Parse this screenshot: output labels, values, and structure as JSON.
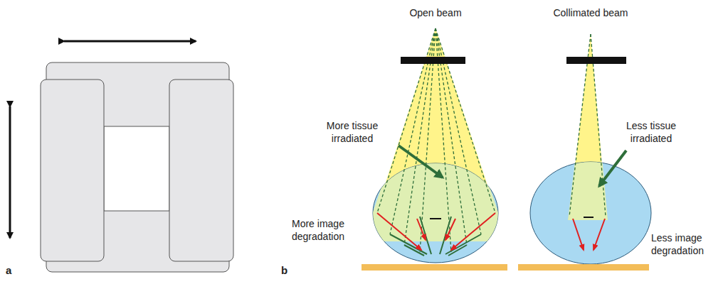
{
  "diagram": {
    "labels": [
      "a",
      "b",
      "Open beam",
      "Collimated beam",
      "More tissue irradiated",
      "Less tissue irradiated",
      "More image degradation",
      "Less image degradation"
    ]
  }
}
